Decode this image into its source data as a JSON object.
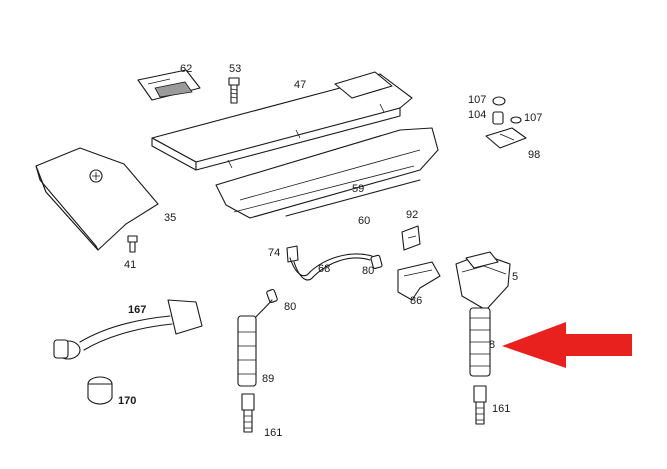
{
  "diagram": {
    "labels": {
      "p62": "62",
      "p53": "53",
      "p47": "47",
      "p107a": "107",
      "p104": "104",
      "p107b": "107",
      "p98": "98",
      "p35": "35",
      "p41": "41",
      "p59": "59",
      "p60": "60",
      "p92": "92",
      "p74": "74",
      "p68": "68",
      "p80a": "80",
      "p80b": "80",
      "p86": "86",
      "p5": "5",
      "p167": "167",
      "p170": "170",
      "p89": "89",
      "p161a": "161",
      "p8": "8",
      "p161b": "161"
    },
    "arrow_color": "#e8211f",
    "line_color": "#1a1a1a"
  }
}
